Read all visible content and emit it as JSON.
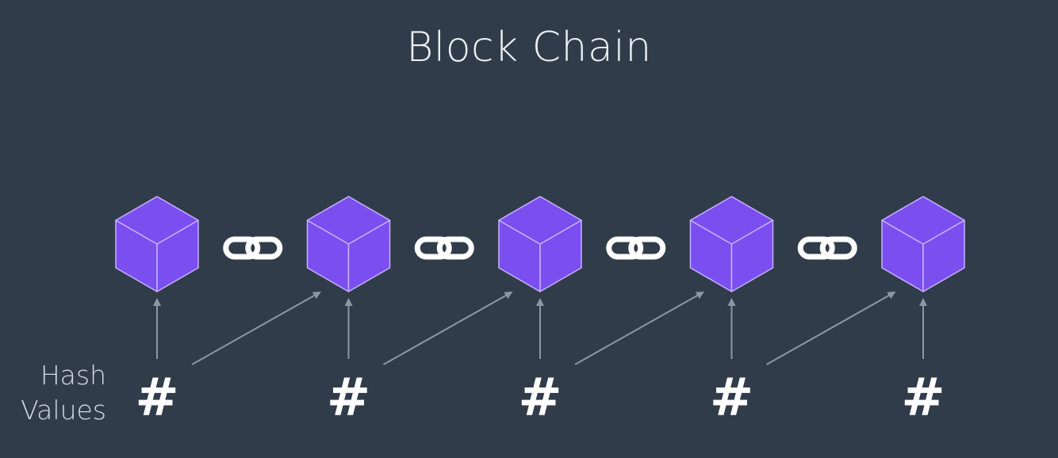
{
  "title": "Block Chain",
  "hash_label": {
    "line1": "Hash",
    "line2": "Values"
  },
  "hash_symbol": "#",
  "block_count": 5,
  "colors": {
    "background": "#313c4b",
    "block_face": "#7b4ef0",
    "block_edge": "#c6b2ff",
    "link": "#ffffff",
    "arrow": "#8a98a6",
    "text": "#eef1f4"
  }
}
